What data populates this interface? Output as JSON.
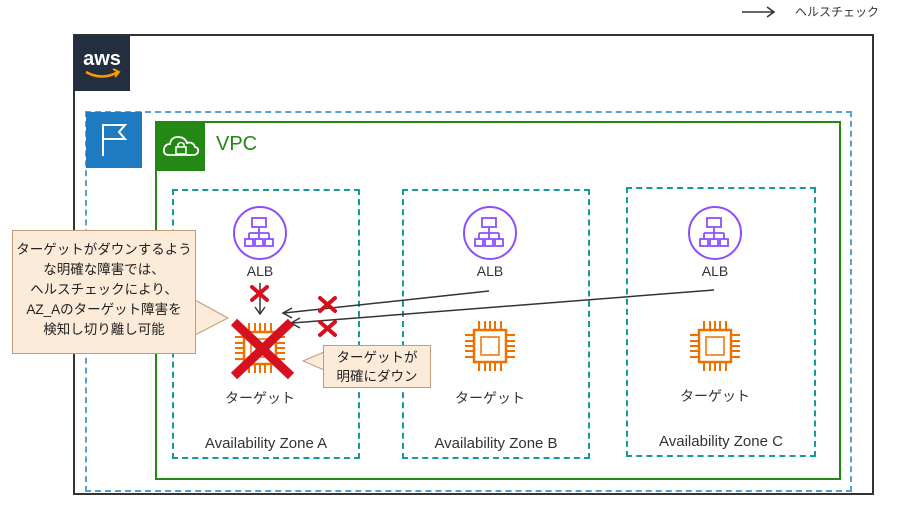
{
  "legend": {
    "label": "ヘルスチェック"
  },
  "aws": {
    "logo_text": "aws"
  },
  "vpc": {
    "label": "VPC"
  },
  "zones": [
    {
      "name": "Availability Zone A",
      "alb_label": "ALB",
      "target_label": "ターゲット"
    },
    {
      "name": "Availability Zone B",
      "alb_label": "ALB",
      "target_label": "ターゲット"
    },
    {
      "name": "Availability Zone C",
      "alb_label": "ALB",
      "target_label": "ターゲット"
    }
  ],
  "note": {
    "lines": [
      "ターゲットがダウンするよう",
      "な明確な障害では、",
      "ヘルスチェックにより、",
      "AZ_Aのターゲット障害を",
      "検知し切り離し可能"
    ]
  },
  "callout": {
    "lines": [
      "ターゲットが",
      "明確にダウン"
    ]
  },
  "colors": {
    "aws_dark": "#232f3e",
    "region": "#5a9fd4",
    "vpc": "#248814",
    "az": "#159a9c",
    "alb": "#8c4fff",
    "ec2": "#ed7100",
    "fail": "#d6101e",
    "note_bg": "#fcebd9"
  }
}
